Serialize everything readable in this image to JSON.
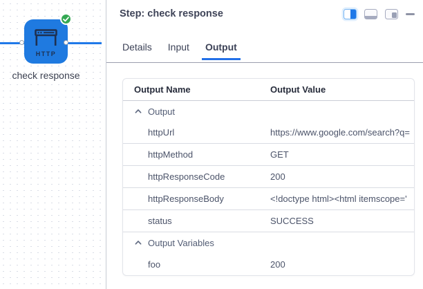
{
  "canvas": {
    "node": {
      "type_label": "HTTP",
      "name": "check response",
      "status": "success"
    }
  },
  "panel": {
    "header": {
      "title": "Step: check response",
      "controls": [
        "layout-split-right",
        "layout-bottom-panel",
        "layout-right-panel",
        "minimize"
      ]
    },
    "tabs": [
      {
        "label": "Details",
        "active": false
      },
      {
        "label": "Input",
        "active": false
      },
      {
        "label": "Output",
        "active": true
      }
    ],
    "table": {
      "columns": [
        "Output Name",
        "Output Value"
      ],
      "rows": [
        {
          "type": "group",
          "name": "Output"
        },
        {
          "type": "item",
          "name": "httpUrl",
          "value": "https://www.google.com/search?q="
        },
        {
          "type": "item",
          "name": "httpMethod",
          "value": "GET"
        },
        {
          "type": "item",
          "name": "httpResponseCode",
          "value": "200"
        },
        {
          "type": "item",
          "name": "httpResponseBody",
          "value": "<!doctype html><html itemscope='"
        },
        {
          "type": "item",
          "name": "status",
          "value": "SUCCESS"
        },
        {
          "type": "group",
          "name": "Output Variables"
        },
        {
          "type": "item",
          "name": "foo",
          "value": "200"
        }
      ]
    }
  },
  "icons": {
    "node_status": "check-circle",
    "group_collapse": "chevron-up",
    "node_type": "browser-window"
  },
  "colors": {
    "accent_blue": "#1f79e8",
    "node_blue": "#1f7ae0",
    "success_green": "#34a853",
    "tab_underline": "#2270e8"
  }
}
